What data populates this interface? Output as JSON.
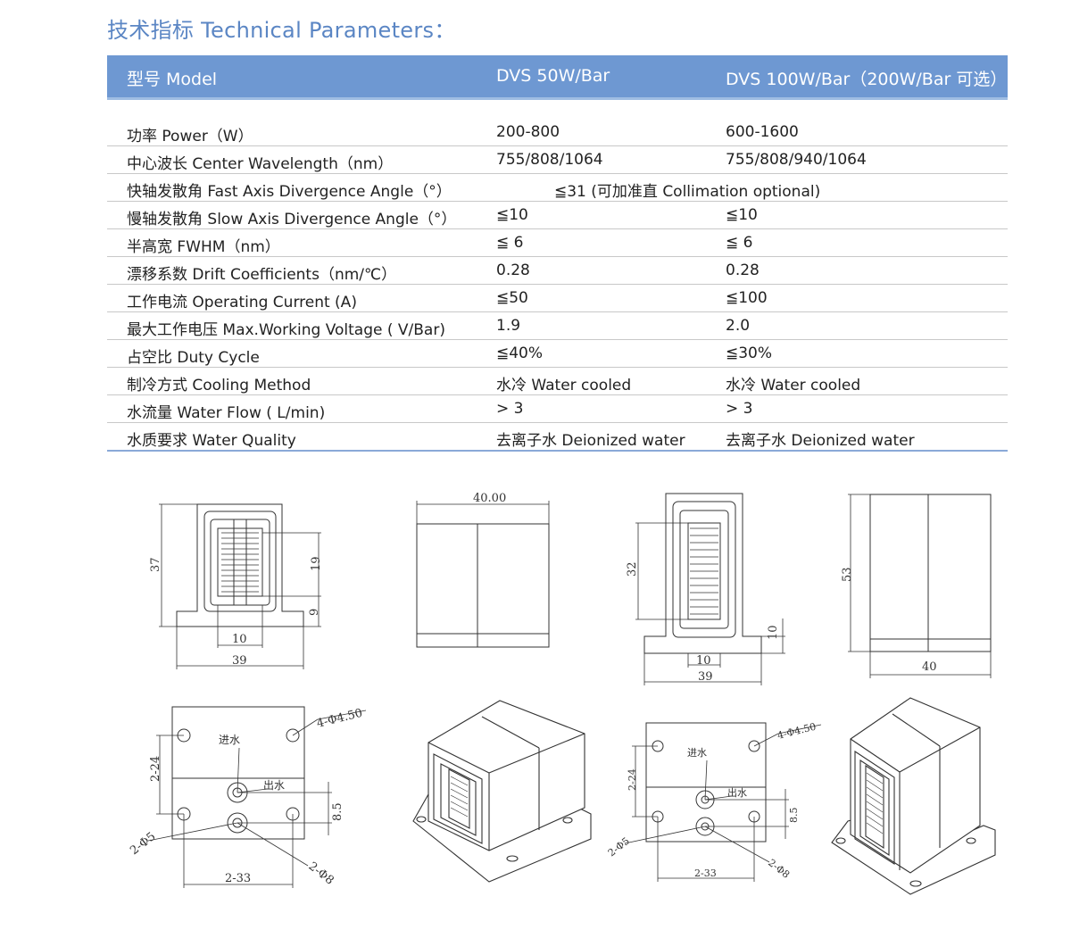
{
  "title": "技术指标 Technical Parameters：",
  "table": {
    "headers": [
      "型号 Model",
      "DVS  50W/Bar",
      "DVS  100W/Bar（200W/Bar 可选）"
    ],
    "rows": [
      {
        "label": "功率 Power（W）",
        "v1": "200-800",
        "v2": "600-1600"
      },
      {
        "label": "中心波长 Center Wavelength（nm）",
        "v1": "755/808/1064",
        "v2": "755/808/940/1064"
      },
      {
        "label": "快轴发散角 Fast Axis Divergence Angle（°）",
        "span": "≦31 (可加准直 Collimation optional)"
      },
      {
        "label": "慢轴发散角 Slow Axis Divergence Angle（°）",
        "v1": "≦10",
        "v2": "≦10"
      },
      {
        "label": "半高宽 FWHM（nm）",
        "v1": "≦ 6",
        "v2": "≦ 6"
      },
      {
        "label": "漂移系数 Drift Coefficients（nm/℃）",
        "v1": "0.28",
        "v2": "0.28"
      },
      {
        "label": "工作电流 Operating Current (A)",
        "v1": "≦50",
        "v2": "≦100"
      },
      {
        "label": "最大工作电压 Max.Working Voltage ( V/Bar)",
        "v1": "1.9",
        "v2": "2.0"
      },
      {
        "label": "占空比 Duty Cycle",
        "v1": "≦40%",
        "v2": "≦30%"
      },
      {
        "label": "制冷方式 Cooling Method",
        "v1": "水冷 Water cooled",
        "v2": "水冷 Water cooled"
      },
      {
        "label": "水流量 Water Flow ( L/min)",
        "v1": "> 3",
        "v2": "> 3"
      },
      {
        "label": "水质要求 Water Quality",
        "v1": "去离子水 Deionized water",
        "v2": "去离子水 Deionized water"
      }
    ]
  },
  "drawings": {
    "d1": {
      "height": "37",
      "h19": "19",
      "h9": "9",
      "w10": "10",
      "w39": "39"
    },
    "d2": {
      "width": "40.00"
    },
    "d3": {
      "h32": "32",
      "h10": "10",
      "w10": "10",
      "w39": "39"
    },
    "d4": {
      "height": "53",
      "width": "40"
    },
    "d5": {
      "hole": "4-Φ4.50",
      "water_in": "进水",
      "water_out": "出水",
      "pitch_v": "2-24",
      "pitch_h": "2-33",
      "spacing": "8.5",
      "port5": "2-Φ5",
      "port8": "2-Φ8"
    },
    "d7": {
      "hole": "4-Φ4.50",
      "water_in": "进水",
      "water_out": "出水",
      "pitch_v": "2-24",
      "pitch_h": "2-33",
      "spacing": "8.5",
      "port5": "2-Φ5",
      "port8": "2-Φ8"
    }
  },
  "colors": {
    "title": "#5b86c4",
    "header_bg": "#6e98d2",
    "rule": "#c8c8c8"
  }
}
